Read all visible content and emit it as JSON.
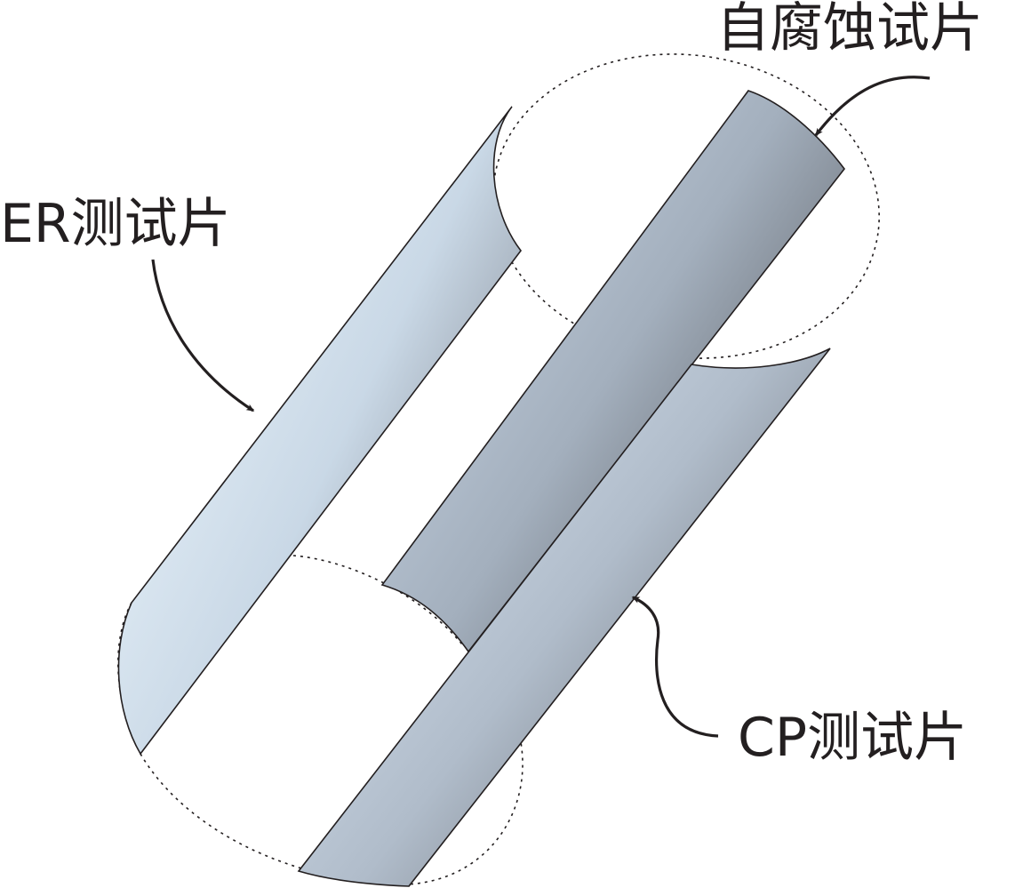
{
  "labels": {
    "self_corrosion_coupon": "自腐蚀试片",
    "er_coupon": "ER测试片",
    "cp_coupon": "CP测试片"
  },
  "colors": {
    "ink": "#231f20",
    "er_light": "#e4eff7",
    "er_dark": "#888e97",
    "self_light": "#b9c6d6",
    "self_dark": "#5f6268",
    "cp_light": "#cfdbe9",
    "cp_dark": "#6d7178"
  }
}
